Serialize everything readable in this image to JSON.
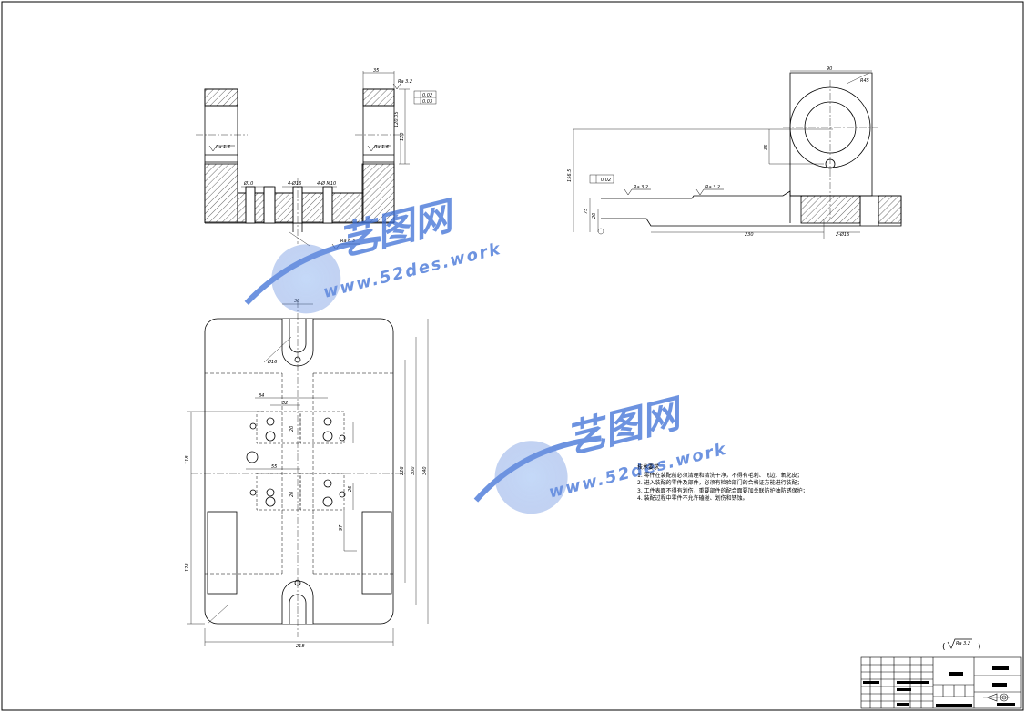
{
  "drawing": {
    "front_view_dims": {
      "top_width": "35",
      "ra_top": "Ra 3.2",
      "ra_left": "Ra 1.6",
      "ra_right": "Ra 1.6",
      "ra_bottom": "Ra 6.3",
      "hole_left": "Ø10",
      "hole_mid": "4-Ø16",
      "hole_right": "4-Ø M10",
      "vertical_a": "120.05",
      "vertical_b": "120",
      "tol_box_a": "0.02",
      "tol_box_b": "0.03"
    },
    "side_view_dims": {
      "top_width": "90",
      "radius": "R45",
      "height_left": "156.5",
      "height_a": "75",
      "height_b": "20",
      "height_c": "36",
      "ra_left": "Ra 3.2",
      "ra_mid": "Ra 3.2",
      "length_bottom": "230",
      "hole_bottom": "2-Ø16",
      "tol_box": "0.02"
    },
    "plan_view_dims": {
      "slot_width": "38",
      "slot_label": "Ø16",
      "width_bottom": "218",
      "h_a": "84",
      "h_b": "52",
      "h_c": "55",
      "v_left_a": "118",
      "v_left_b": "128",
      "v_right_a": "226",
      "v_right_b": "300",
      "v_right_c": "340",
      "v_mid_a": "97",
      "v_mid_b": "20",
      "v_mid_c": "20",
      "v_mid_d": "26"
    },
    "tech_notes": {
      "title": "技术要求",
      "items": [
        "1. 零件在装配前必须清理和清洗干净，不得有毛刺、飞边、氧化皮；",
        "2. 进入装配的零件及部件，必须有检验部门的合格证方能进行装配；",
        "3. 工件表面不得有划伤，重要部件的配合面要加关联防护油防锈保护；",
        "4. 装配过程中零件不允许磕碰、划伤和锈蚀。"
      ]
    },
    "roughness_symbol": "Ra 3.2"
  },
  "watermark": {
    "brand_cn": "艺图网",
    "url": "www.52des.work"
  },
  "colors": {
    "line": "#000000",
    "watermark": "#3d6fd6"
  }
}
